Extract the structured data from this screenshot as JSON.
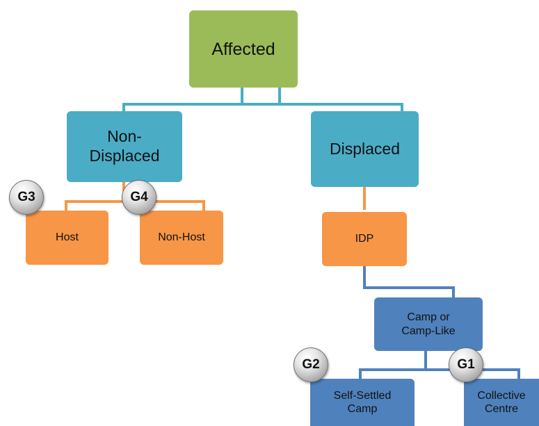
{
  "colors": {
    "root": "#9bbb59",
    "level2": "#4bacc6",
    "level3": "#f79646",
    "level4": "#4f81bd",
    "connector_teal": "#4bacc6",
    "connector_orange": "#f79646",
    "connector_blue": "#4f81bd"
  },
  "nodes": {
    "affected": "Affected",
    "non_displaced": "Non-\nDisplaced",
    "displaced": "Displaced",
    "host": "Host",
    "non_host": "Non-Host",
    "idp": "IDP",
    "camp": "Camp or\nCamp-Like",
    "self_settled": "Self-Settled\nCamp",
    "collective": "Collective\nCentre"
  },
  "badges": {
    "g1": "G1",
    "g2": "G2",
    "g3": "G3",
    "g4": "G4"
  },
  "icons": {
    "badge": "silver-sphere"
  }
}
